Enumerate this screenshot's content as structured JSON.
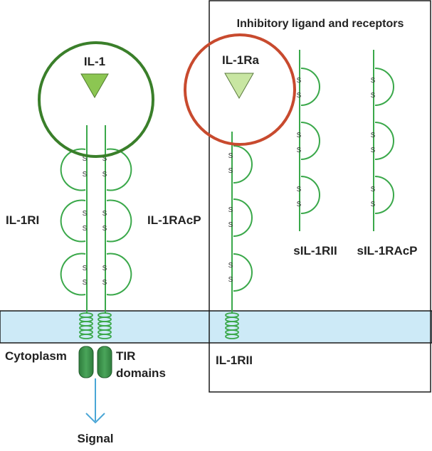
{
  "box_title": "Inhibitory ligand and receptors",
  "ligands": {
    "agonist": "IL-1",
    "antagonist": "IL-1Ra"
  },
  "receptors": {
    "il1ri": "IL-1RI",
    "il1racp": "IL-1RAcP",
    "il1rii": "IL-1RII",
    "sil1rii": "sIL-1RII",
    "sil1racp": "sIL-1RAcP"
  },
  "regions": {
    "cytoplasm": "Cytoplasm",
    "tir_line1": "TIR",
    "tir_line2": "domains",
    "signal": "Signal"
  },
  "disulfide_symbol": "S",
  "colors": {
    "receptor_green": "#3aa84a",
    "tir_green": "#3f9a4f",
    "membrane": "#cdeaf7",
    "agonist_triangle": "#8cc652",
    "antagonist_triangle": "#c8e6a2",
    "agonist_circle": "#3a7f2a",
    "antagonist_circle": "#c84a2e",
    "signal_arrow": "#4aa6d6"
  }
}
